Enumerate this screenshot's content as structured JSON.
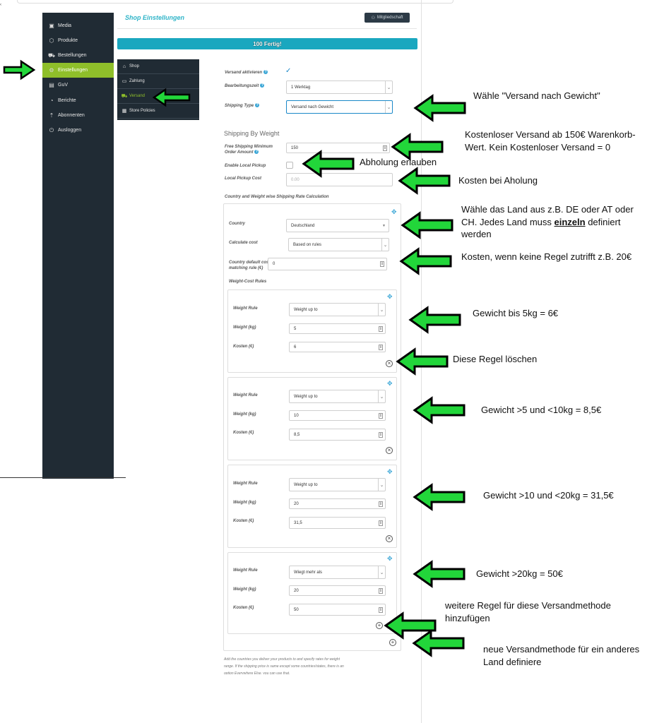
{
  "header": {
    "title": "Shop Einstellungen",
    "member_button": "Mitgliedschaft",
    "progress": "100 Fertig!",
    "progress_value": 100
  },
  "sidebar": {
    "items": [
      {
        "label": "Media",
        "icon": "image-icon"
      },
      {
        "label": "Produkte",
        "icon": "box-icon"
      },
      {
        "label": "Bestellungen",
        "icon": "cart-icon"
      },
      {
        "label": "Einstellungen",
        "icon": "settings-icon",
        "active": true
      },
      {
        "label": "GuV",
        "icon": "money-icon"
      },
      {
        "label": "Berichte",
        "icon": "chart-icon"
      },
      {
        "label": "Abonnenten",
        "icon": "gift-icon"
      },
      {
        "label": "Ausloggen",
        "icon": "power-icon"
      }
    ]
  },
  "submenu": {
    "items": [
      {
        "label": "Shop",
        "icon": "store-icon"
      },
      {
        "label": "Zahlung",
        "icon": "payment-icon"
      },
      {
        "label": "Versand",
        "icon": "truck-icon",
        "active": true
      },
      {
        "label": "Store Policies",
        "icon": "policy-icon"
      }
    ]
  },
  "form": {
    "shipping_enabled_label": "Versand aktivieren",
    "processing_time_label": "Bearbeitungszeit",
    "processing_time_value": "1 Werktag",
    "shipping_type_label": "Shipping Type",
    "shipping_type_value": "Versand nach Gewicht",
    "section_title": "Shipping By Weight",
    "free_min_label": "Free Shipping Minimum Order Amount",
    "free_min_value": "150",
    "local_pickup_label": "Enable Local Pickup",
    "local_pickup_cost_label": "Local Pickup Cost",
    "local_pickup_cost_placeholder": "0.00",
    "rate_calc_label": "Country and Weight wise Shipping Rate Calculation",
    "country_label": "Country",
    "country_value": "Deutschland",
    "calculate_label": "Calculate cost",
    "calculate_value": "Based on rules",
    "default_cost_label": "Country default cost if no matching rule (€)",
    "default_cost_value": "0",
    "rules_label": "Weight-Cost Rules"
  },
  "rules": [
    {
      "rule_label": "Weight Rule",
      "rule": "Weight up to",
      "weight_label": "Weight (kg)",
      "weight": "5",
      "cost_label": "Kosten (€)",
      "cost": "6"
    },
    {
      "rule_label": "Weight Rule",
      "rule": "Weight up to",
      "weight_label": "Weight (kg)",
      "weight": "10",
      "cost_label": "Kosten (€)",
      "cost": "8,5"
    },
    {
      "rule_label": "Weight Rule",
      "rule": "Weight up to",
      "weight_label": "Weight (kg)",
      "weight": "20",
      "cost_label": "Kosten (€)",
      "cost": "31,5"
    },
    {
      "rule_label": "Weight Rule",
      "rule": "Wiegt mehr als",
      "weight_label": "Weight (kg)",
      "weight": "20",
      "cost_label": "Kosten (€)",
      "cost": "50"
    }
  ],
  "footnote": {
    "line1": "Add the countries you deliver your products to and specify rates for weight",
    "line2": "range. If the shipping price is same except some countries/states, there is an",
    "line3": "option Everywhere Else, you can use that."
  },
  "notes": {
    "shipping_type": "Wähle \"Versand nach Gewicht\"",
    "free_line1": "Kostenloser Versand ab 150€ Warenkorb-",
    "free_line2": "Wert. Kein Kostenloser Versand = 0",
    "pickup": "Abholung erlauben",
    "pickup_cost": "Kosten bei Aholung",
    "country_line1": "Wähle das Land aus z.B. DE oder AT oder",
    "country_line2a": "CH. Jedes Land muss ",
    "country_line2b": "einzeln",
    "country_line2c": " definiert",
    "country_line3": "werden",
    "default_cost": "Kosten, wenn keine Regel zutrifft z.B. 20€",
    "rule1": "Gewicht bis 5kg = 6€",
    "delete_rule": "Diese Regel löschen",
    "rule2": "Gewicht >5 und <10kg = 8,5€",
    "rule3": "Gewicht >10 und <20kg = 31,5€",
    "rule4": "Gewicht >20kg = 50€",
    "add_rule_line1": "weitere Regel für diese Versandmethode",
    "add_rule_line2": "hinzufügen",
    "add_method_line1": "neue Versandmethode für ein anderes",
    "add_method_line2": "Land definiere"
  },
  "colors": {
    "accent": "#8fbf2a",
    "teal": "#1aa7bf",
    "sidebar": "#202b34",
    "arrow": "#22d63a"
  }
}
